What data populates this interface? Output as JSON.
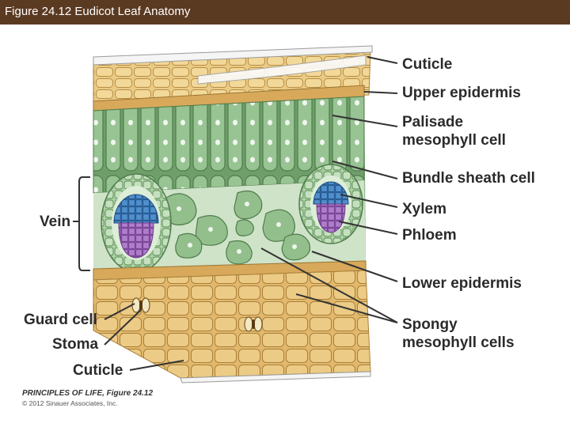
{
  "title": "Figure 24.12 Eudicot Leaf Anatomy",
  "labels": {
    "cuticle_top": "Cuticle",
    "upper_epidermis": "Upper epidermis",
    "palisade_line1": "Palisade",
    "palisade_line2": "mesophyll cell",
    "bundle_sheath": "Bundle sheath cell",
    "xylem": "Xylem",
    "phloem": "Phloem",
    "lower_epidermis": "Lower epidermis",
    "spongy_line1": "Spongy",
    "spongy_line2": "mesophyll cells",
    "vein": "Vein",
    "guard_cell": "Guard cell",
    "stoma": "Stoma",
    "cuticle_bottom": "Cuticle"
  },
  "credit": {
    "book": "PRINCIPLES OF LIFE, Figure 24.12",
    "copyright": "© 2012 Sinauer Associates, Inc."
  },
  "colors": {
    "title_bar": "#5b3a22",
    "epidermis": "#e8c27a",
    "palisade": "#8fb88a",
    "spongy": "#9cc494",
    "xylem": "#3d78b5",
    "phloem": "#9a62b8",
    "cuticle": "#f3f3f3"
  }
}
